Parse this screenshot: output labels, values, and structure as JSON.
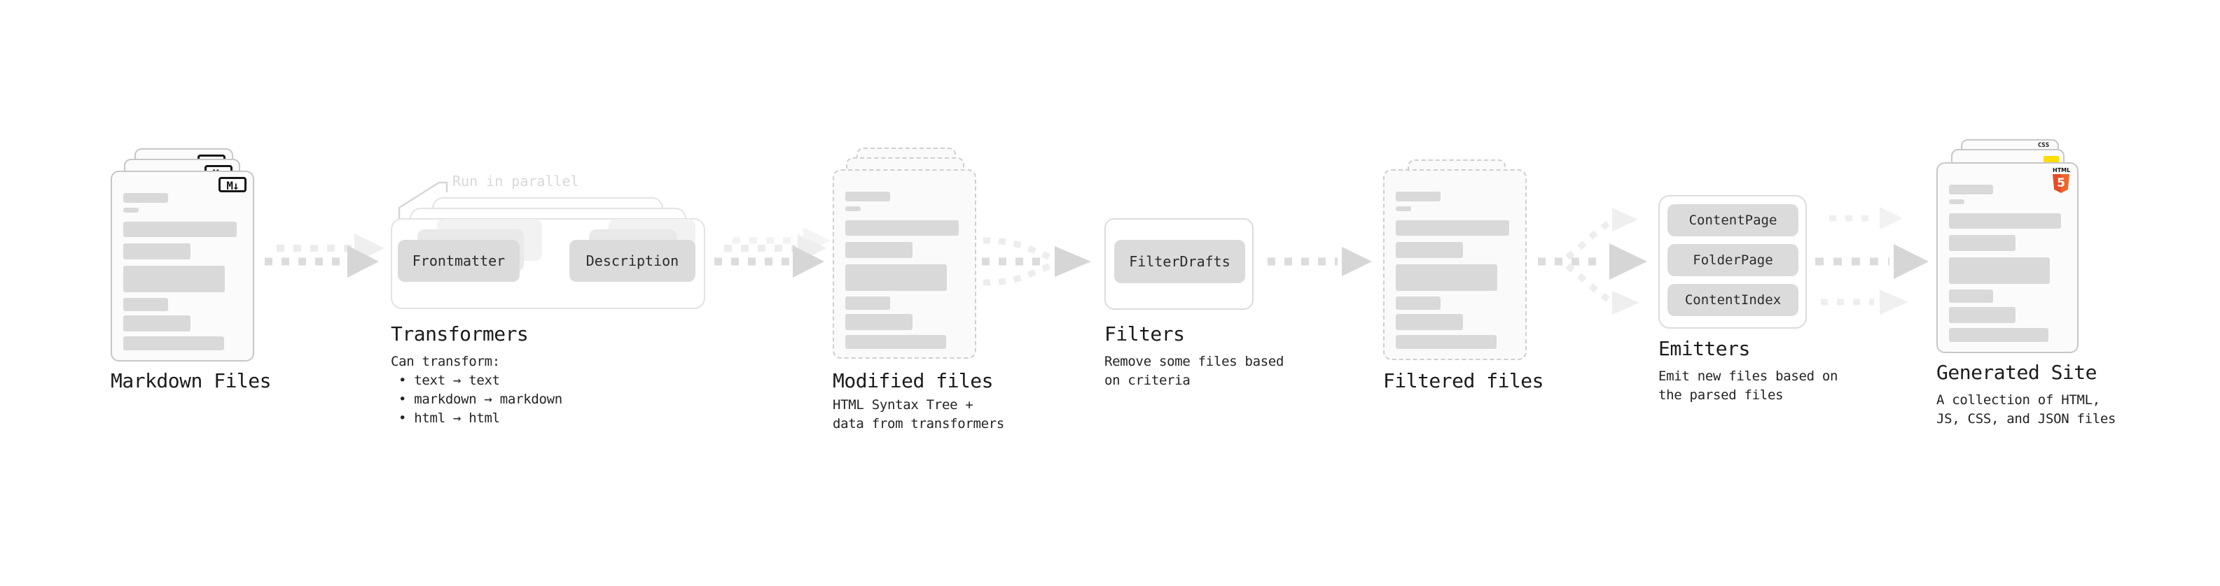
{
  "diagram": {
    "stages": [
      {
        "id": "markdown-files",
        "title": "Markdown Files",
        "badge": "M↓"
      },
      {
        "id": "transformers",
        "title": "Transformers",
        "annotation": "Run in parallel",
        "boxes": [
          "Frontmatter",
          "Description"
        ],
        "desc": [
          "Can transform:",
          "• text → text",
          "• markdown → markdown",
          "• html → html"
        ]
      },
      {
        "id": "modified-files",
        "title": "Modified files",
        "desc": [
          "HTML Syntax Tree +",
          "data from transformers"
        ]
      },
      {
        "id": "filters",
        "title": "Filters",
        "boxes": [
          "FilterDrafts"
        ],
        "desc": [
          "Remove some files based",
          "on criteria"
        ]
      },
      {
        "id": "filtered-files",
        "title": "Filtered files"
      },
      {
        "id": "emitters",
        "title": "Emitters",
        "boxes": [
          "ContentPage",
          "FolderPage",
          "ContentIndex"
        ],
        "desc": [
          "Emit new files based on",
          "the parsed files"
        ]
      },
      {
        "id": "generated-site",
        "title": "Generated Site",
        "desc": [
          "A collection of HTML,",
          "JS, CSS, and JSON files"
        ],
        "badges": {
          "css_label": "CSS",
          "html_label": "HTML",
          "html_number": "5"
        }
      }
    ],
    "colors": {
      "html5_orange_dark": "#e44d26",
      "html5_orange_light": "#f16529",
      "css_blue": "#2b63e6",
      "js_yellow": "#ffdd00",
      "bar_gray": "#d9d9d9",
      "arrow_gray": "#dcdcdc"
    }
  }
}
